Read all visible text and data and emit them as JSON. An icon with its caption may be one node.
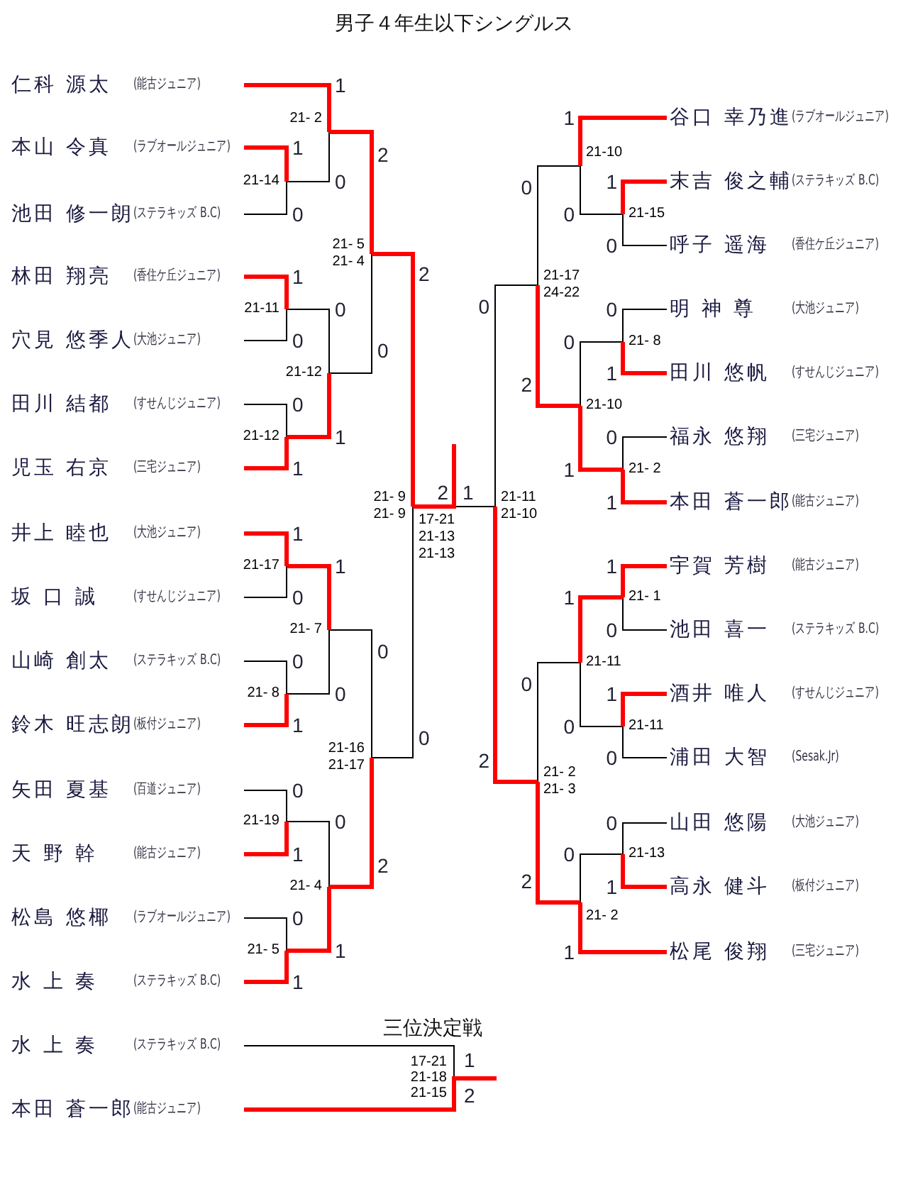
{
  "diagram": {
    "title": "男子４年生以下シングルス",
    "nodes": [
      {
        "text": [
          "仁科 源太",
          "(能古ジュニア)"
        ]
      },
      {
        "text": [
          "本山 令真",
          "(ラブオールジュニア)"
        ]
      },
      {
        "text": [
          "池田 修一朗",
          "(ステラキッズ B.C)"
        ]
      },
      {
        "text": [
          "林田 翔亮",
          "(香住ケ丘ジュニア)"
        ]
      },
      {
        "text": [
          "穴見 悠季人",
          "(大池ジュニア)"
        ]
      },
      {
        "text": [
          "田川 結都",
          "(すせんじジュニア)"
        ]
      },
      {
        "text": [
          "児玉 右京",
          "(三宅ジュニア)"
        ]
      },
      {
        "text": [
          "井上 睦也",
          "(大池ジュニア)"
        ]
      },
      {
        "text": [
          "坂 口 誠",
          "(すせんじジュニア)"
        ]
      },
      {
        "text": [
          "山崎 創太",
          "(ステラキッズ B.C)"
        ]
      },
      {
        "text": [
          "鈴木 旺志朗",
          "(板付ジュニア)"
        ]
      },
      {
        "text": [
          "矢田 夏基",
          "(百道ジュニア)"
        ]
      },
      {
        "text": [
          "天 野 幹",
          "(能古ジュニア)"
        ]
      },
      {
        "text": [
          "松島 悠椰",
          "(ラブオールジュニア)"
        ]
      },
      {
        "text": [
          "水 上 奏",
          "(ステラキッズ B.C)"
        ]
      },
      {
        "text": [
          "谷口 幸乃進",
          "(ラブオールジュニア)"
        ]
      },
      {
        "text": [
          "末吉 俊之輔",
          "(ステラキッズ B.C)"
        ]
      },
      {
        "text": [
          "呼子 遥海",
          "(香住ケ丘ジュニア)"
        ]
      },
      {
        "text": [
          "明 神 尊",
          "(大池ジュニア)"
        ]
      },
      {
        "text": [
          "田川 悠帆",
          "(すせんじジュニア)"
        ]
      },
      {
        "text": [
          "福永 悠翔",
          "(三宅ジュニア)"
        ]
      },
      {
        "text": [
          "本田 蒼一郎",
          "(能古ジュニア)"
        ]
      },
      {
        "text": [
          "宇賀 芳樹",
          "(能古ジュニア)"
        ]
      },
      {
        "text": [
          "池田 喜一",
          "(ステラキッズ B.C)"
        ]
      },
      {
        "text": [
          "酒井 唯人",
          "(すせんじジュニア)"
        ]
      },
      {
        "text": [
          "浦田 大智",
          "(Sesak.Jr)"
        ]
      },
      {
        "text": [
          "山田 悠陽",
          "(大池ジュニア)"
        ]
      },
      {
        "text": [
          "高永 健斗",
          "(板付ジュニア)"
        ]
      },
      {
        "text": [
          "松尾 俊翔",
          "(三宅ジュニア)"
        ]
      },
      {
        "text": [
          "水 上 奏",
          "(ステラキッズ B.C)"
        ]
      },
      {
        "text": [
          "本田 蒼一郎",
          "(能古ジュニア)"
        ]
      }
    ],
    "labels": [
      "1",
      "0",
      "21-14",
      "1",
      "0",
      "21- 2",
      "1",
      "0",
      "21-11",
      "0",
      "1",
      "21-12",
      "0",
      "1",
      "21-12",
      "2",
      "0",
      "21- 5",
      "21- 4",
      "1",
      "0",
      "21-17",
      "0",
      "1",
      "21- 8",
      "1",
      "0",
      "21- 7",
      "0",
      "1",
      "21-19",
      "0",
      "1",
      "21- 5",
      "0",
      "1",
      "21- 4",
      "0",
      "2",
      "21-16",
      "21-17",
      "2",
      "0",
      "21- 9",
      "21- 9",
      "1",
      "0",
      "21-15",
      "1",
      "0",
      "21-10",
      "0",
      "1",
      "21- 8",
      "0",
      "1",
      "21- 2",
      "0",
      "1",
      "21-10",
      "0",
      "2",
      "21-17",
      "24-22",
      "1",
      "0",
      "21- 1",
      "1",
      "0",
      "21-11",
      "1",
      "0",
      "21-11",
      "0",
      "1",
      "21-13",
      "0",
      "1",
      "21- 2",
      "0",
      "2",
      "21- 2",
      "21- 3",
      "0",
      "2",
      "21-11",
      "21-10",
      "2",
      "1",
      "17-21",
      "21-13",
      "21-13",
      "三位決定戦",
      "1",
      "2",
      "17-21",
      "21-18",
      "21-15"
    ]
  }
}
